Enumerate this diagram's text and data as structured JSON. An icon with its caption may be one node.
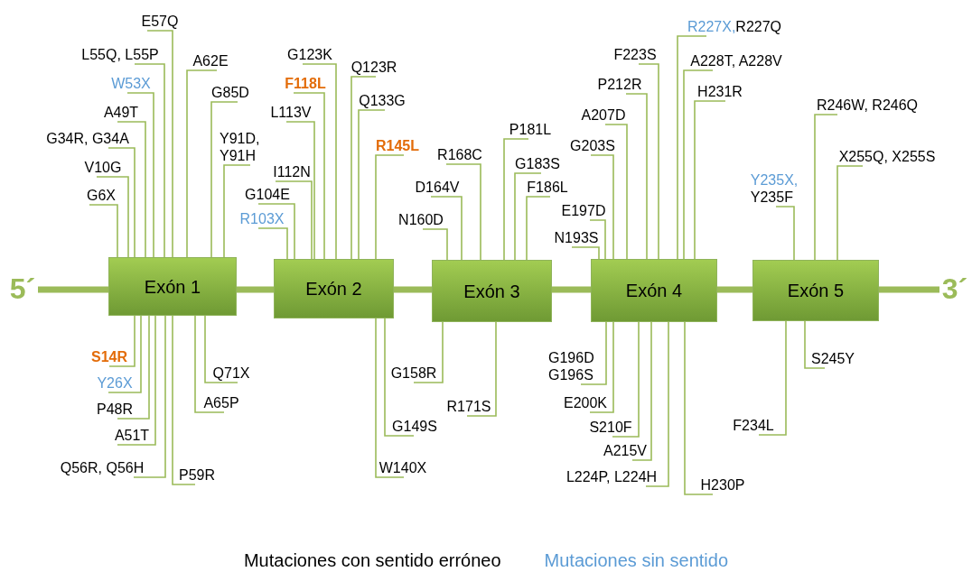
{
  "diagram": {
    "nodes": [
      {
        "text": [
          "5´"
        ]
      },
      {
        "text": [
          "Exón 1"
        ]
      },
      {
        "text": [
          "Exón 2"
        ]
      },
      {
        "text": [
          "Exón 3"
        ]
      },
      {
        "text": [
          "Exón 4"
        ]
      },
      {
        "text": [
          "Exón 5"
        ]
      },
      {
        "text": [
          "3´"
        ]
      },
      {
        "text": [
          "E57Q"
        ]
      },
      {
        "text": [
          "L55Q, L55P"
        ]
      },
      {
        "text": [
          "A62E"
        ]
      },
      {
        "text": [
          "W53X"
        ]
      },
      {
        "text": [
          "G85D"
        ]
      },
      {
        "text": [
          "A49T"
        ]
      },
      {
        "text": [
          "G34R, G34A"
        ]
      },
      {
        "text": [
          "Y91D, Y91H"
        ]
      },
      {
        "text": [
          "V10G"
        ]
      },
      {
        "text": [
          "G6X"
        ]
      },
      {
        "text": [
          "S14R"
        ]
      },
      {
        "text": [
          "Y26X"
        ]
      },
      {
        "text": [
          "P48R"
        ]
      },
      {
        "text": [
          "A51T"
        ]
      },
      {
        "text": [
          "Q56R, Q56H"
        ]
      },
      {
        "text": [
          "P59R"
        ]
      },
      {
        "text": [
          "Q71X"
        ]
      },
      {
        "text": [
          "A65P"
        ]
      },
      {
        "text": [
          "G123K"
        ]
      },
      {
        "text": [
          "Q123R"
        ]
      },
      {
        "text": [
          "F118L"
        ]
      },
      {
        "text": [
          "Q133G"
        ]
      },
      {
        "text": [
          "L113V"
        ]
      },
      {
        "text": [
          "R145L"
        ]
      },
      {
        "text": [
          "I112N"
        ]
      },
      {
        "text": [
          "G104E"
        ]
      },
      {
        "text": [
          "R103X"
        ]
      },
      {
        "text": [
          "G149S"
        ]
      },
      {
        "text": [
          "W140X"
        ]
      },
      {
        "text": [
          "P181L"
        ]
      },
      {
        "text": [
          "R168C"
        ]
      },
      {
        "text": [
          "G183S"
        ]
      },
      {
        "text": [
          "D164V"
        ]
      },
      {
        "text": [
          "F186L"
        ]
      },
      {
        "text": [
          "N160D"
        ]
      },
      {
        "text": [
          "G158R"
        ]
      },
      {
        "text": [
          "R171S"
        ]
      },
      {
        "text": [
          "R227X,",
          "R227Q"
        ]
      },
      {
        "text": [
          "F223S"
        ]
      },
      {
        "text": [
          "A228T, A228V"
        ]
      },
      {
        "text": [
          "P212R"
        ]
      },
      {
        "text": [
          "H231R"
        ]
      },
      {
        "text": [
          "A207D"
        ]
      },
      {
        "text": [
          "G203S"
        ]
      },
      {
        "text": [
          "E197D"
        ]
      },
      {
        "text": [
          "N193S"
        ]
      },
      {
        "text": [
          "G196D G196S"
        ]
      },
      {
        "text": [
          "E200K"
        ]
      },
      {
        "text": [
          "S210F"
        ]
      },
      {
        "text": [
          "A215V"
        ]
      },
      {
        "text": [
          "L224P, L224H"
        ]
      },
      {
        "text": [
          "H230P"
        ]
      },
      {
        "text": [
          "R246W, R246Q"
        ]
      },
      {
        "text": [
          "X255Q, X255S"
        ]
      },
      {
        "text": [
          "Y235X,",
          "Y235F"
        ]
      },
      {
        "text": [
          "F234L"
        ]
      },
      {
        "text": [
          "S245Y"
        ]
      }
    ],
    "edges": [
      {
        "from": 0,
        "to": 1,
        "arrow": "none",
        "style": "thick"
      },
      {
        "from": 1,
        "to": 2,
        "arrow": "none",
        "style": "thick"
      },
      {
        "from": 2,
        "to": 3,
        "arrow": "none",
        "style": "thick"
      },
      {
        "from": 3,
        "to": 4,
        "arrow": "none",
        "style": "thick"
      },
      {
        "from": 4,
        "to": 5,
        "arrow": "none",
        "style": "thick"
      },
      {
        "from": 5,
        "to": 6,
        "arrow": "none",
        "style": "thick"
      },
      {
        "from": 7,
        "to": 1,
        "arrow": "none"
      },
      {
        "from": 8,
        "to": 1,
        "arrow": "none"
      },
      {
        "from": 9,
        "to": 1,
        "arrow": "none"
      },
      {
        "from": 10,
        "to": 1,
        "arrow": "none"
      },
      {
        "from": 11,
        "to": 1,
        "arrow": "none"
      },
      {
        "from": 12,
        "to": 1,
        "arrow": "none"
      },
      {
        "from": 13,
        "to": 1,
        "arrow": "none"
      },
      {
        "from": 14,
        "to": 1,
        "arrow": "none"
      },
      {
        "from": 15,
        "to": 1,
        "arrow": "none"
      },
      {
        "from": 16,
        "to": 1,
        "arrow": "none"
      },
      {
        "from": 17,
        "to": 1,
        "arrow": "none"
      },
      {
        "from": 18,
        "to": 1,
        "arrow": "none"
      },
      {
        "from": 19,
        "to": 1,
        "arrow": "none"
      },
      {
        "from": 20,
        "to": 1,
        "arrow": "none"
      },
      {
        "from": 21,
        "to": 1,
        "arrow": "none"
      },
      {
        "from": 22,
        "to": 1,
        "arrow": "none"
      },
      {
        "from": 23,
        "to": 1,
        "arrow": "none"
      },
      {
        "from": 24,
        "to": 1,
        "arrow": "none"
      },
      {
        "from": 25,
        "to": 2,
        "arrow": "none"
      },
      {
        "from": 26,
        "to": 2,
        "arrow": "none"
      },
      {
        "from": 27,
        "to": 2,
        "arrow": "none"
      },
      {
        "from": 28,
        "to": 2,
        "arrow": "none"
      },
      {
        "from": 29,
        "to": 2,
        "arrow": "none"
      },
      {
        "from": 30,
        "to": 2,
        "arrow": "none"
      },
      {
        "from": 31,
        "to": 2,
        "arrow": "none"
      },
      {
        "from": 32,
        "to": 2,
        "arrow": "none"
      },
      {
        "from": 33,
        "to": 2,
        "arrow": "none"
      },
      {
        "from": 34,
        "to": 2,
        "arrow": "none"
      },
      {
        "from": 35,
        "to": 2,
        "arrow": "none"
      },
      {
        "from": 36,
        "to": 3,
        "arrow": "none"
      },
      {
        "from": 37,
        "to": 3,
        "arrow": "none"
      },
      {
        "from": 38,
        "to": 3,
        "arrow": "none"
      },
      {
        "from": 39,
        "to": 3,
        "arrow": "none"
      },
      {
        "from": 40,
        "to": 3,
        "arrow": "none"
      },
      {
        "from": 41,
        "to": 3,
        "arrow": "none"
      },
      {
        "from": 42,
        "to": 3,
        "arrow": "none"
      },
      {
        "from": 43,
        "to": 3,
        "arrow": "none"
      },
      {
        "from": 44,
        "to": 4,
        "arrow": "none"
      },
      {
        "from": 45,
        "to": 4,
        "arrow": "none"
      },
      {
        "from": 46,
        "to": 4,
        "arrow": "none"
      },
      {
        "from": 47,
        "to": 4,
        "arrow": "none"
      },
      {
        "from": 48,
        "to": 4,
        "arrow": "none"
      },
      {
        "from": 49,
        "to": 4,
        "arrow": "none"
      },
      {
        "from": 50,
        "to": 4,
        "arrow": "none"
      },
      {
        "from": 51,
        "to": 4,
        "arrow": "none"
      },
      {
        "from": 52,
        "to": 4,
        "arrow": "none"
      },
      {
        "from": 53,
        "to": 4,
        "arrow": "none"
      },
      {
        "from": 54,
        "to": 4,
        "arrow": "none"
      },
      {
        "from": 55,
        "to": 4,
        "arrow": "none"
      },
      {
        "from": 56,
        "to": 4,
        "arrow": "none"
      },
      {
        "from": 57,
        "to": 4,
        "arrow": "none"
      },
      {
        "from": 58,
        "to": 4,
        "arrow": "none"
      },
      {
        "from": 59,
        "to": 5,
        "arrow": "none"
      },
      {
        "from": 60,
        "to": 5,
        "arrow": "none"
      },
      {
        "from": 61,
        "to": 5,
        "arrow": "none"
      },
      {
        "from": 62,
        "to": 5,
        "arrow": "none"
      },
      {
        "from": 63,
        "to": 5,
        "arrow": "none"
      }
    ],
    "legend": [
      {
        "text": "Mutaciones con sentido erróneo",
        "color": "#000000"
      },
      {
        "text": "Mutaciones sin sentido",
        "color": "#5b9bd5"
      }
    ]
  }
}
